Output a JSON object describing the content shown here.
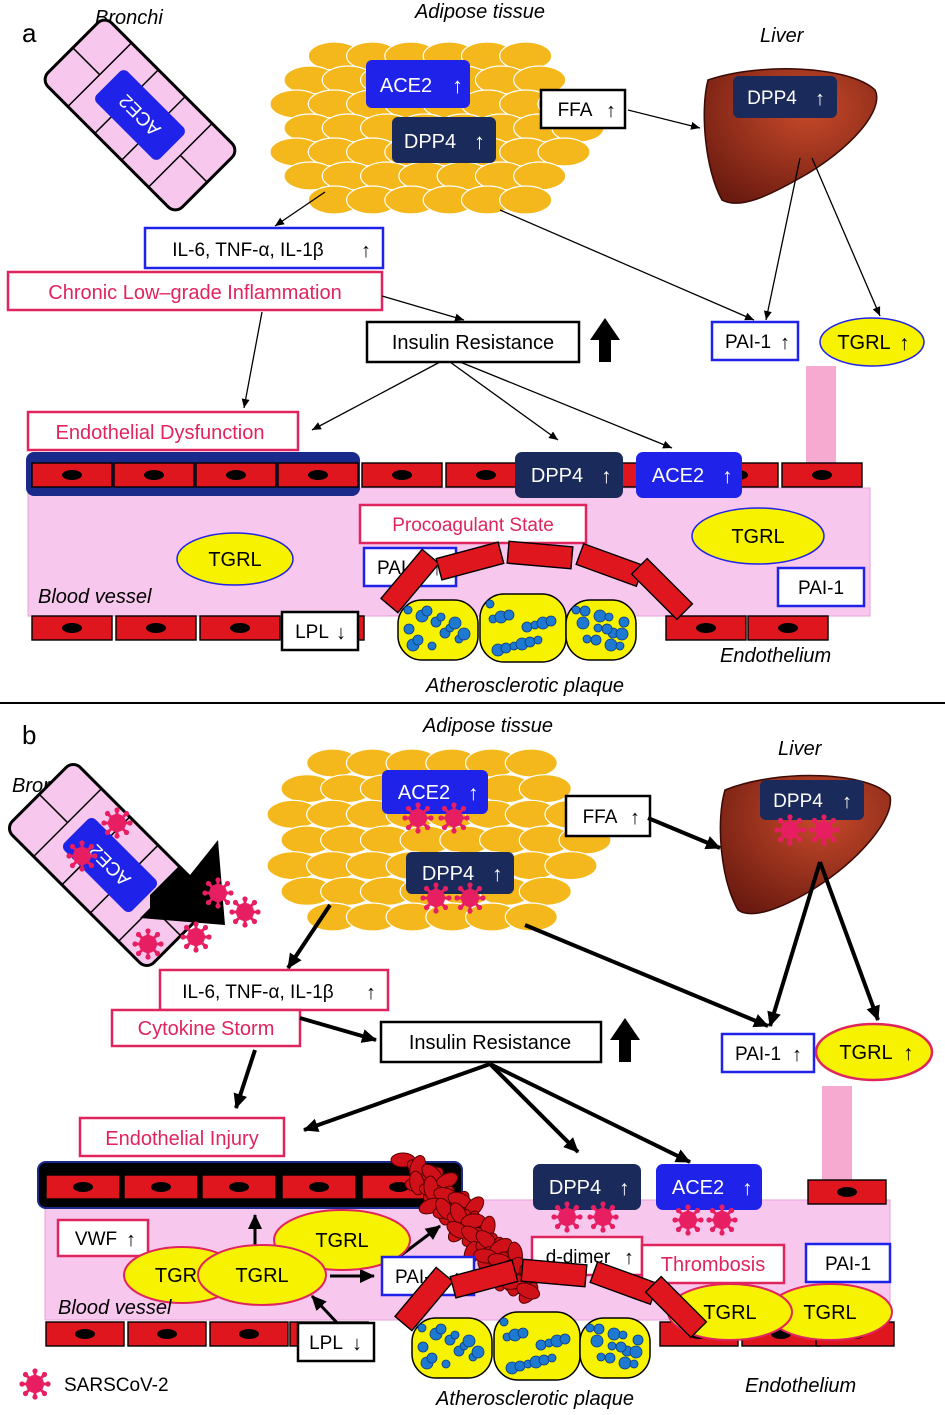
{
  "panel_a": {
    "letter": "a",
    "bronchi": "Bronchi",
    "adipose": "Adipose tissue",
    "liver": "Liver",
    "ace2_adipose": "ACE2",
    "dpp4_adipose": "DPP4",
    "ffa": "FFA",
    "dpp4_liver": "DPP4",
    "ace2_bronchi": "ACE2",
    "cytokines": "IL-6, TNF-α, IL-1β",
    "inflammation": "Chronic Low–grade Inflammation",
    "insulin_resistance": "Insulin Resistance",
    "pai1_liver": "PAI-1",
    "tgrl_liver": "TGRL",
    "endothelial": "Endothelial Dysfunction",
    "dpp4_vessel": "DPP4",
    "ace2_vessel": "ACE2",
    "procoagulant": "Procoagulant State",
    "tgrl_vessel": "TGRL",
    "tgrl_right": "TGRL",
    "pai1_vessel": "PAI-1",
    "pai1_right": "PAI-1",
    "blood_vessel": "Blood vessel",
    "lpl": "LPL",
    "endothelium": "Endothelium",
    "plaque": "Atherosclerotic plaque"
  },
  "panel_b": {
    "letter": "b",
    "bronchi": "Bronchi",
    "adipose": "Adipose tissue",
    "liver": "Liver",
    "ace2_adipose": "ACE2",
    "dpp4_adipose": "DPP4",
    "ffa": "FFA",
    "dpp4_liver": "DPP4",
    "ace2_bronchi": "ACE2",
    "cytokines": "IL-6, TNF-α, IL-1β",
    "storm": "Cytokine Storm",
    "insulin_resistance": "Insulin Resistance",
    "pai1_liver": "PAI-1",
    "tgrl_liver": "TGRL",
    "endothelial": "Endothelial Injury",
    "dpp4_vessel": "DPP4",
    "ace2_vessel": "ACE2",
    "vwf": "VWF",
    "tgrl_1": "TGRL",
    "tgrl_2": "TGR",
    "tgrl_3": "TGRL",
    "pai1_vessel": "PAI-1",
    "ddimer": "d-dimer",
    "thrombosis": "Thrombosis",
    "pai1_right": "PAI-1",
    "tgrl_r1": "TGRL",
    "tgrl_r2": "TGRL",
    "blood_vessel": "Blood vessel",
    "lpl": "LPL",
    "endothelium": "Endothelium",
    "plaque": "Atherosclerotic plaque",
    "legend": "SARSCoV-2"
  },
  "colors": {
    "blue_box": "#1f22e8",
    "navy_box": "#1a2a5a",
    "pink_text": "#e0245e",
    "cell_red": "#e0161e",
    "vessel_pink": "#f6c8ee",
    "adipose": "#f5b81c",
    "tgrl_yellow": "#f7f200",
    "virus": "#e81e62"
  }
}
